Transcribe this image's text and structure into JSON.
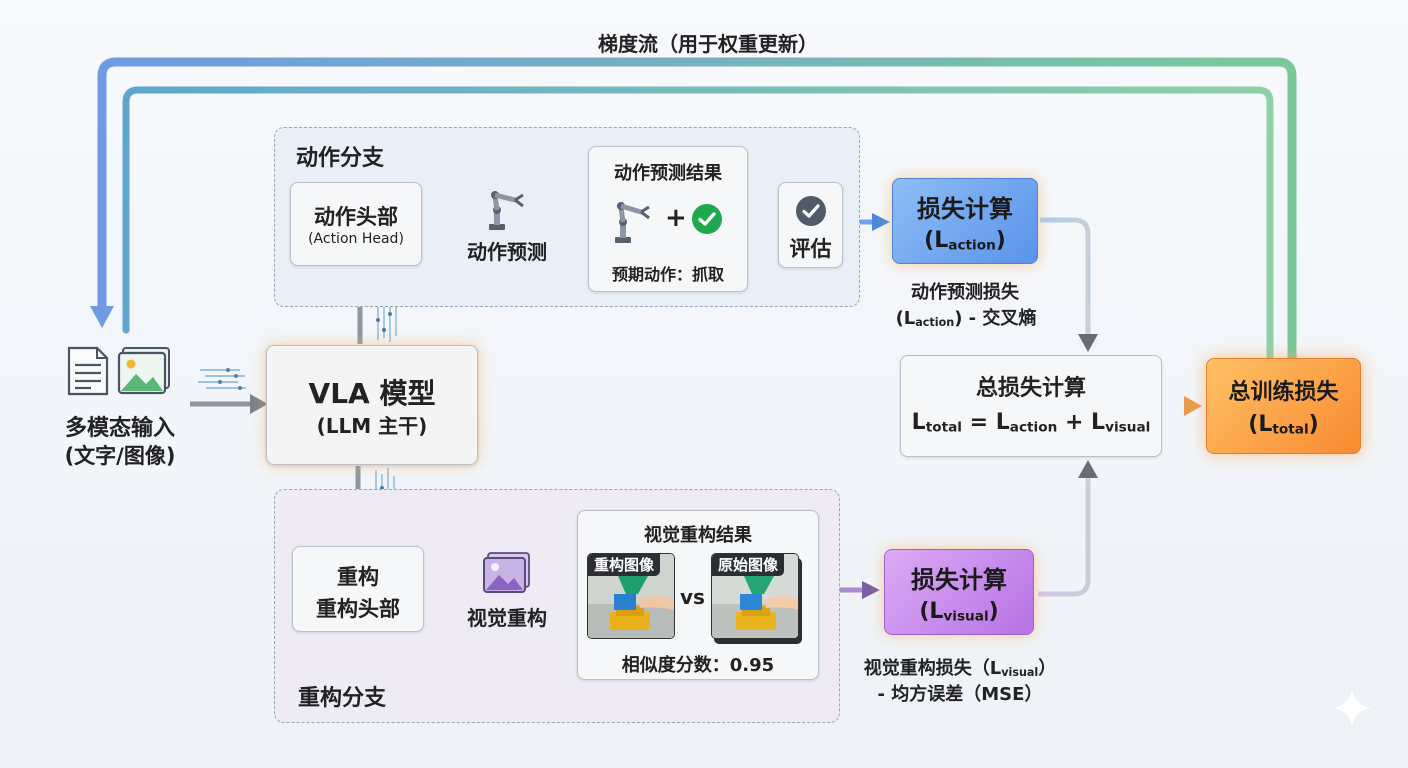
{
  "gradient": {
    "label": "梯度流（用于权重更新）"
  },
  "input": {
    "line1": "多模态输入",
    "line2": "(文字/图像)"
  },
  "model": {
    "title": "VLA 模型",
    "subtitle": "(LLM 主干)"
  },
  "action_branch": {
    "label": "动作分支",
    "head_title": "动作头部",
    "head_subtitle": "(Action Head)",
    "predict_label": "动作预测",
    "result_title": "动作预测结果",
    "plus": "+",
    "expected": "预期动作：抓取",
    "eval_label": "评估"
  },
  "loss_action": {
    "title": "损失计算",
    "sym_open": "(L",
    "sub": "action",
    "sym_close": ")",
    "desc1": "动作预测损失",
    "desc2_open": "(L",
    "desc2_sub": "action",
    "desc2_close": ") - 交叉熵"
  },
  "total_calc": {
    "title": "总损失计算",
    "formula": {
      "l1": "L",
      "s1": "total",
      "eq": " = ",
      "l2": "L",
      "s2": "action",
      "plus": " + ",
      "l3": "L",
      "s3": "visual"
    }
  },
  "total_loss": {
    "title": "总训练损失",
    "sym_open": "(L",
    "sub": "total",
    "sym_close": ")"
  },
  "recon_branch": {
    "label": "重构分支",
    "head_line1": "重构",
    "head_line2": "重构头部",
    "visual_label": "视觉重构",
    "result_title": "视觉重构结果",
    "recon_img_label": "重构图像",
    "vs": "vs",
    "orig_img_label": "原始图像",
    "similarity": "相似度分数：0.95"
  },
  "loss_visual": {
    "title": "损失计算",
    "sym_open": "(L",
    "sub": "visual",
    "sym_close": ")",
    "desc1_open": "视觉重构损失（L",
    "desc1_sub": "visual",
    "desc1_close": "）",
    "desc2": "- 均方误差（MSE）"
  },
  "colors": {
    "gradient_start": "#6f9be3",
    "gradient_end": "#7cc89a",
    "action_loss": "#6fa3ef",
    "visual_loss": "#c284e8",
    "total_loss": "#fb9a3c",
    "check_green": "#1fa84f"
  }
}
